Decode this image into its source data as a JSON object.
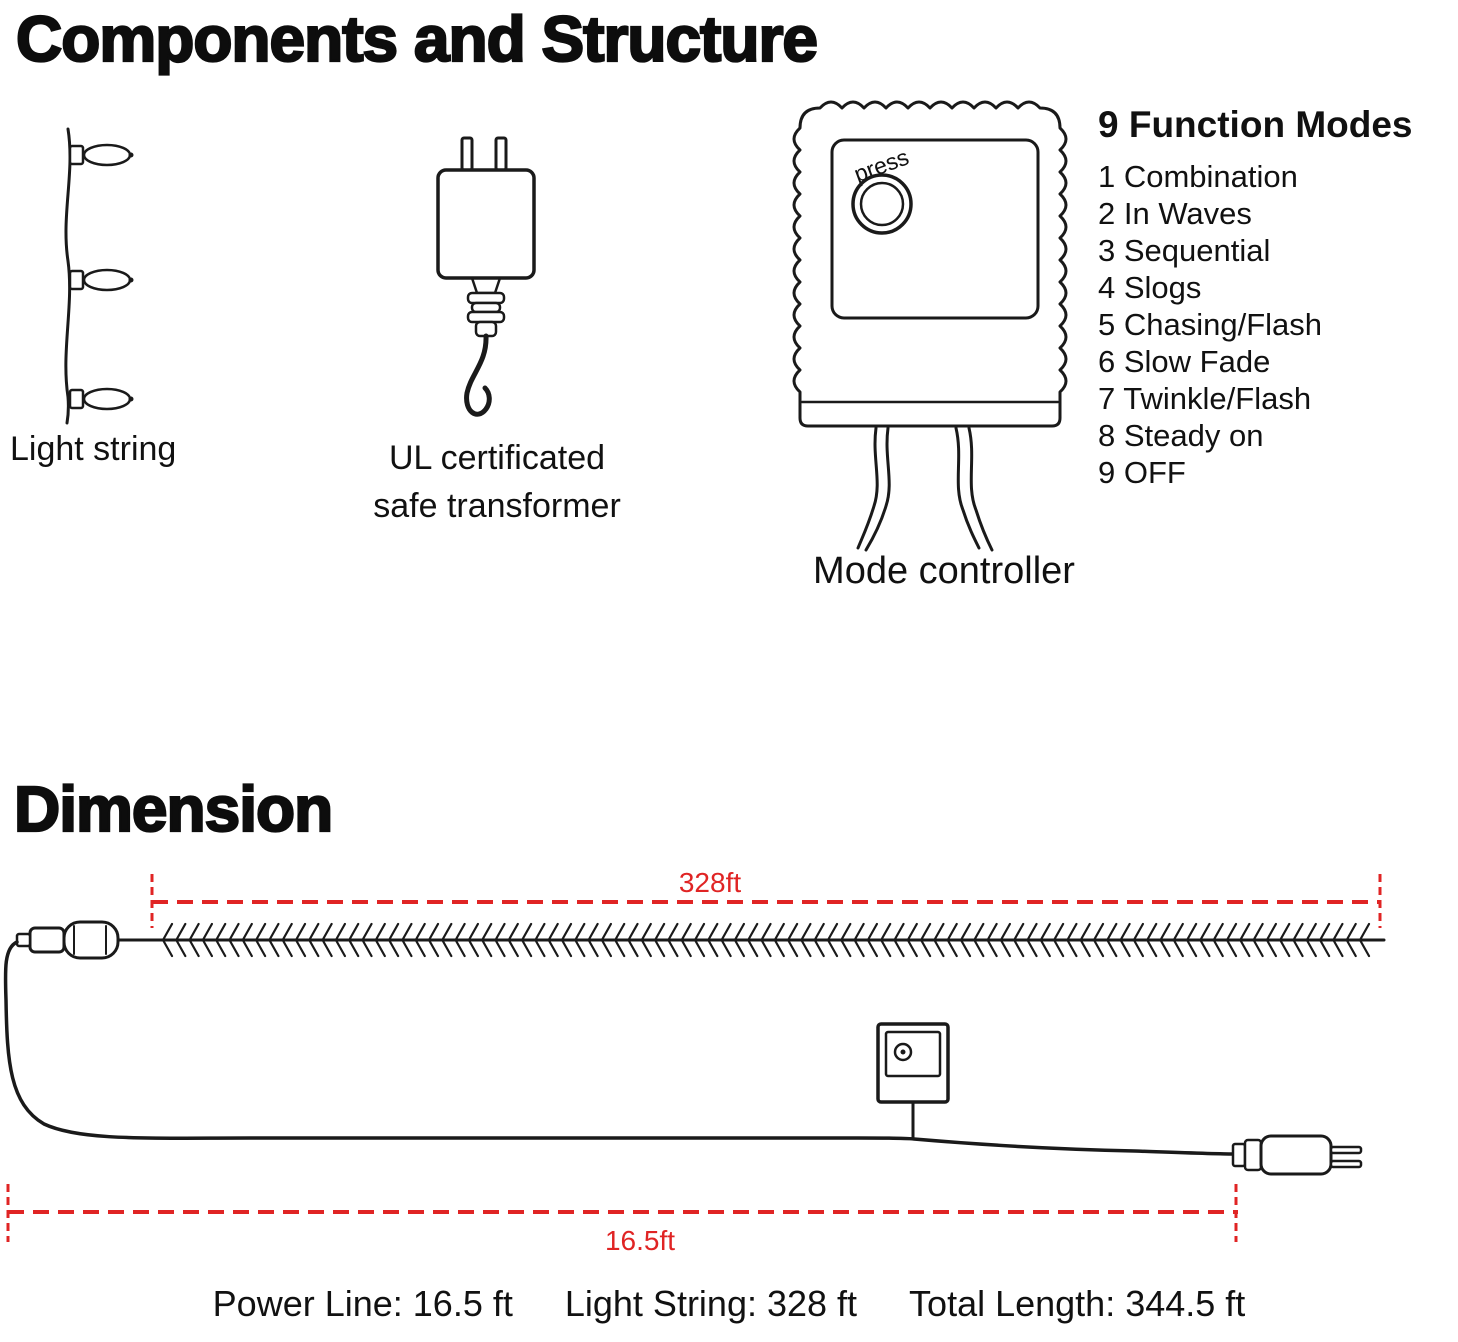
{
  "headings": {
    "components": "Components and Structure",
    "dimension": "Dimension"
  },
  "components": {
    "light_string": {
      "label": "Light string"
    },
    "transformer": {
      "label_line1": "UL certificated",
      "label_line2": "safe transformer"
    },
    "mode_controller": {
      "label": "Mode controller",
      "button_text": "press"
    }
  },
  "function_modes": {
    "title": "9 Function Modes",
    "items": [
      "1 Combination",
      "2 In Waves",
      "3 Sequential",
      "4 Slogs",
      "5 Chasing/Flash",
      "6 Slow Fade",
      "7 Twinkle/Flash",
      "8 Steady on",
      "9 OFF"
    ]
  },
  "dimension": {
    "light_string_length_label": "328ft",
    "power_line_length_label": "16.5ft",
    "summary": {
      "power_line": "Power Line: 16.5 ft",
      "light_string": "Light String: 328 ft",
      "total_length": "Total Length: 344.5 ft"
    }
  },
  "colors": {
    "dimension_red": "#e02424",
    "ink": "#1a1a1a",
    "background": "#ffffff"
  }
}
